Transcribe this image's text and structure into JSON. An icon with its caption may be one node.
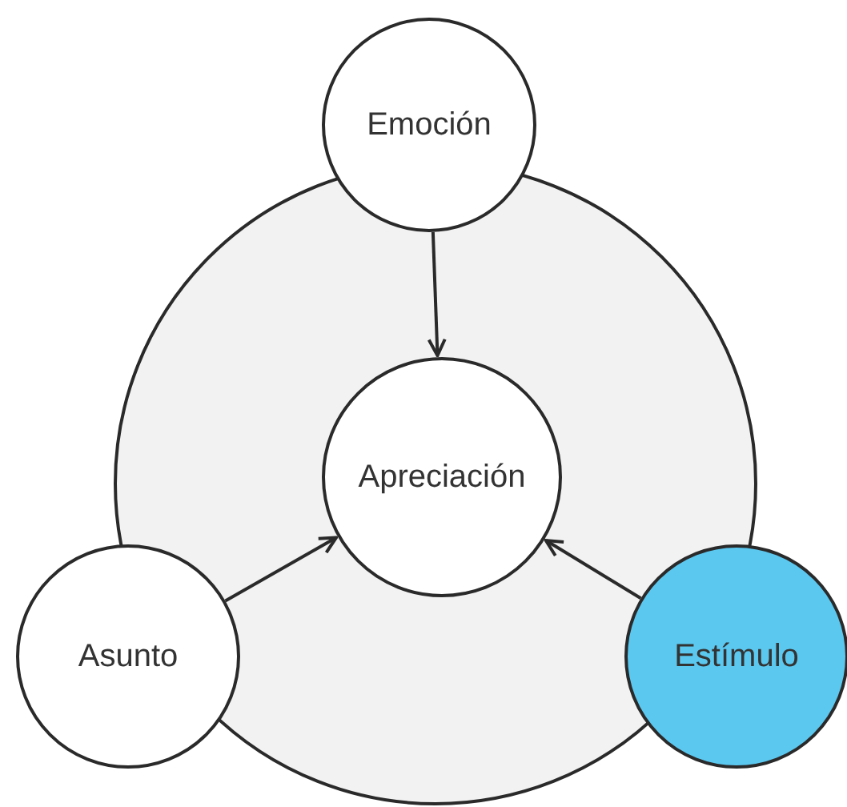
{
  "diagram": {
    "nodes": [
      {
        "text": [
          "Emoción"
        ]
      },
      {
        "text": [
          "Apreciación"
        ]
      },
      {
        "text": [
          "Asunto"
        ]
      },
      {
        "text": [
          "Estímulo"
        ]
      }
    ],
    "edges": [
      {
        "from": 0,
        "to": 1,
        "arrow": "to"
      },
      {
        "from": 2,
        "to": 1,
        "arrow": "to"
      },
      {
        "from": 3,
        "to": 1,
        "arrow": "to"
      }
    ]
  }
}
